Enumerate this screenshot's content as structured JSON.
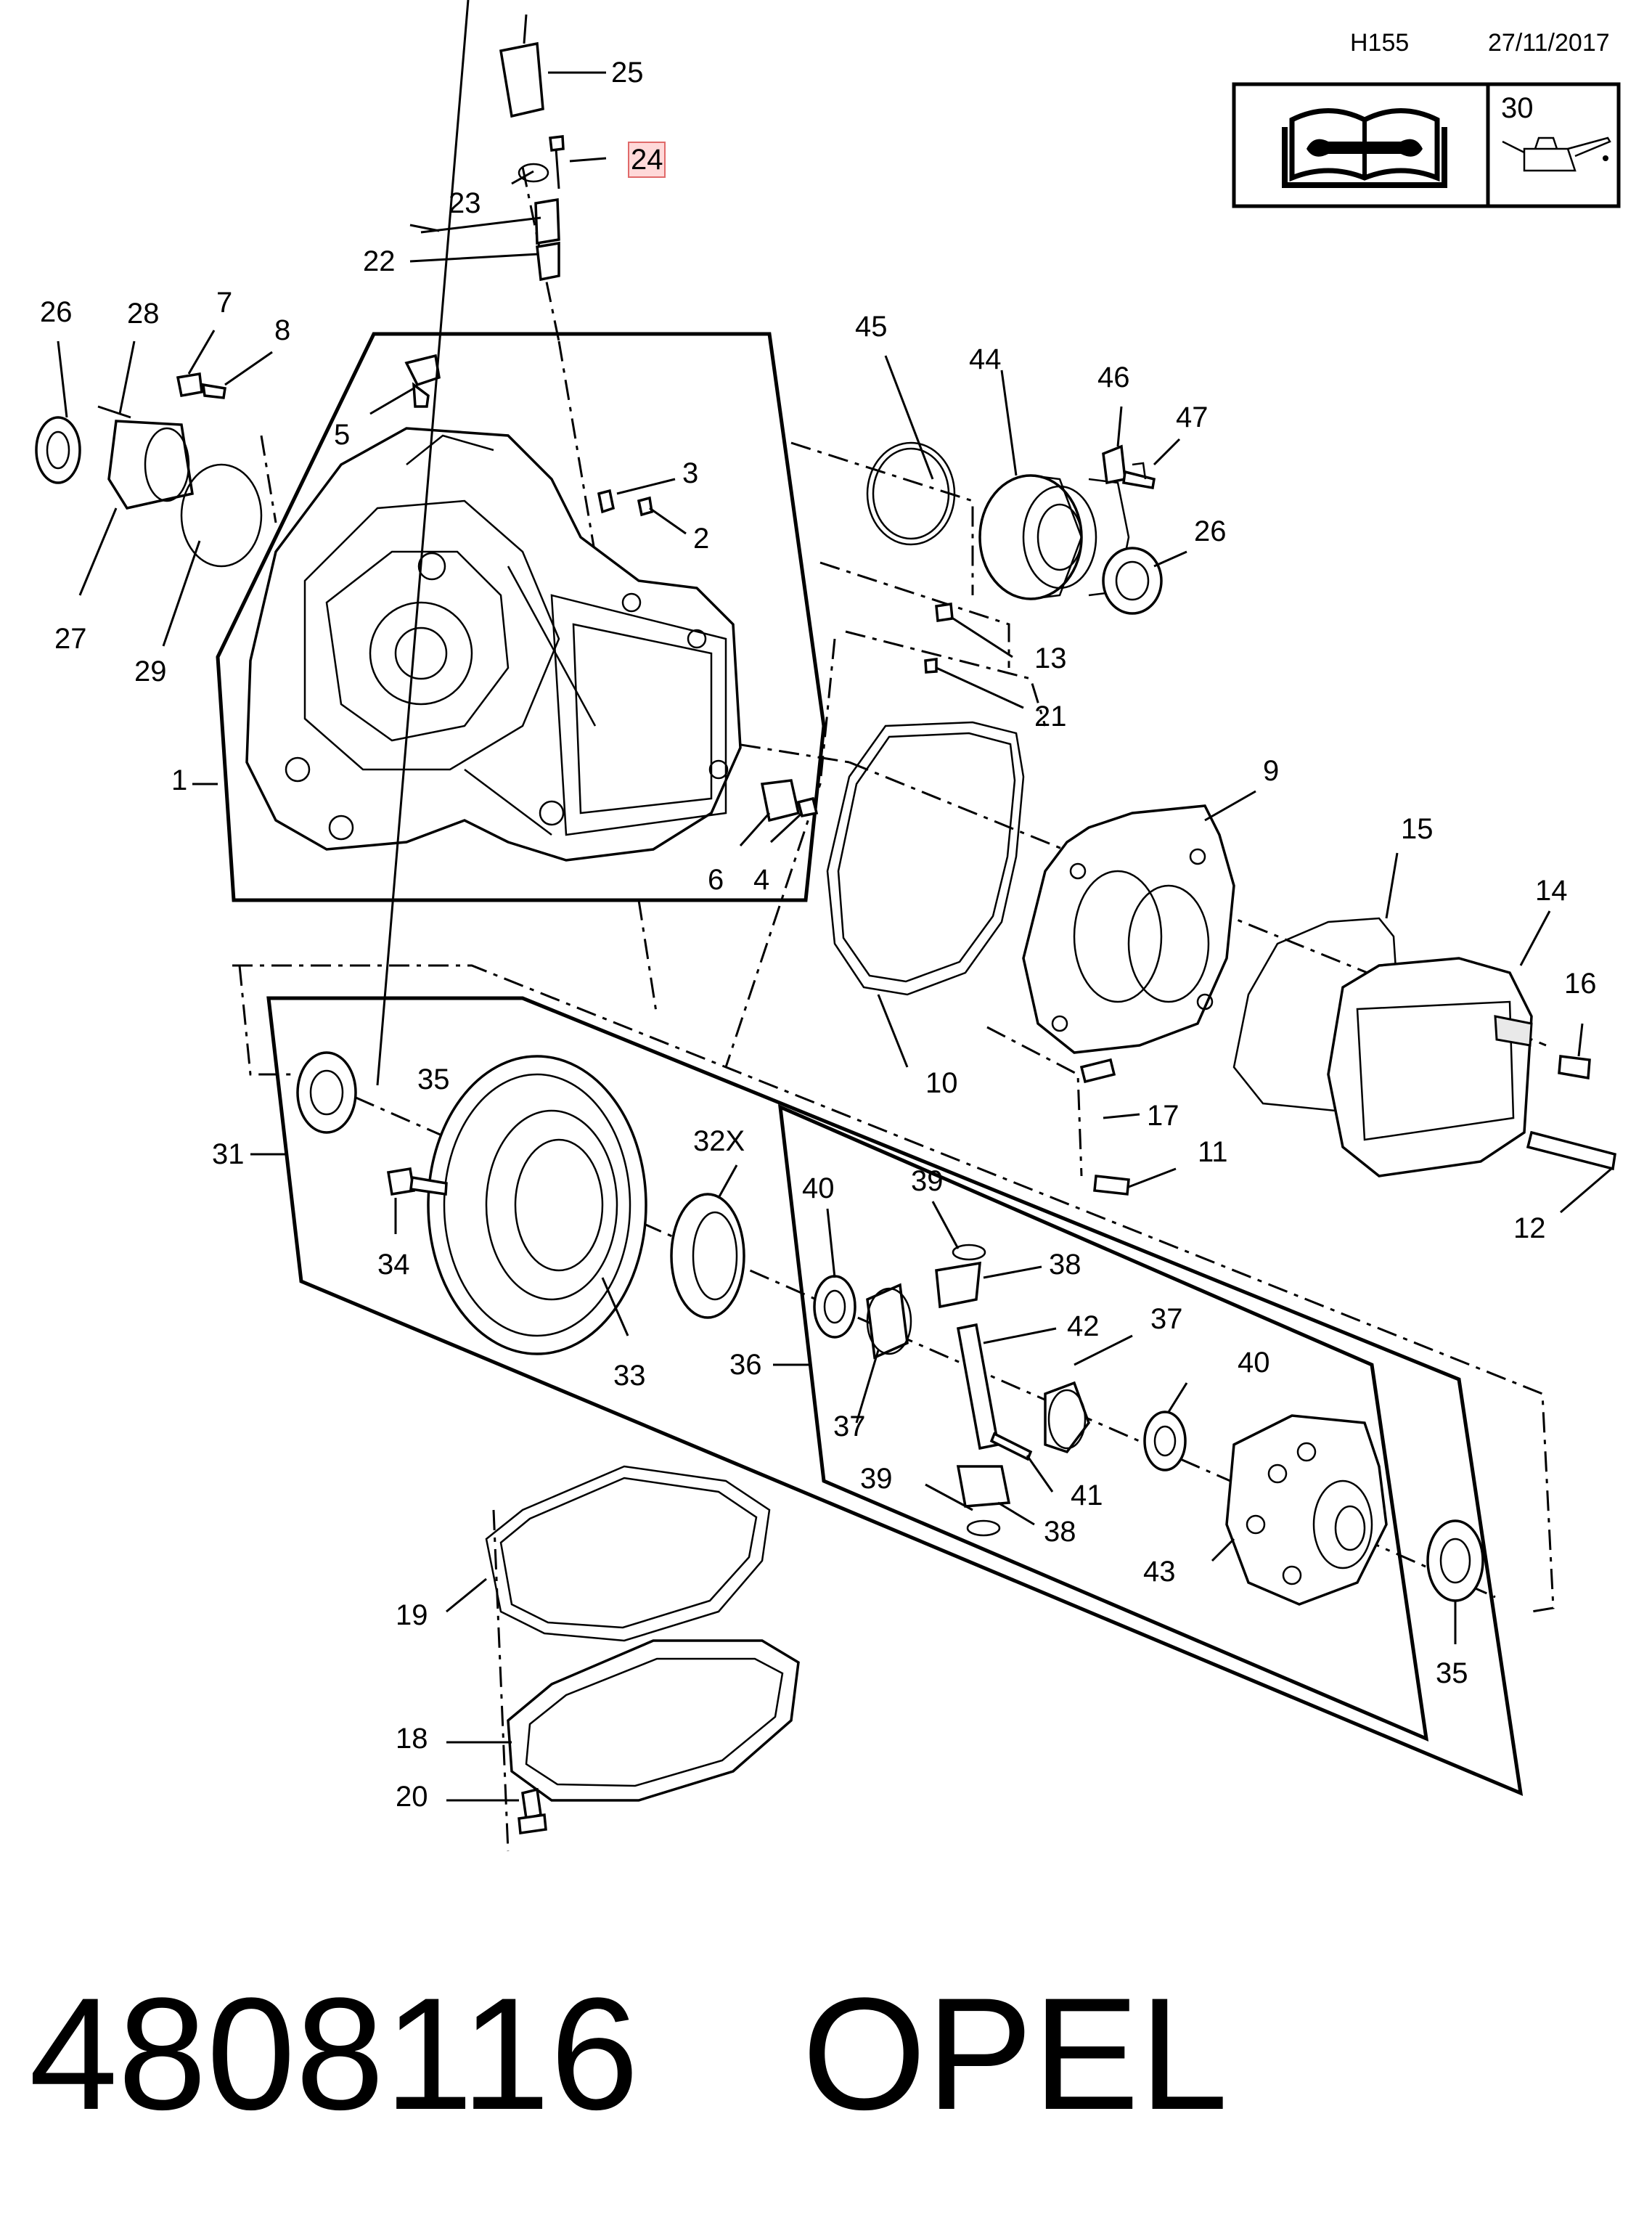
{
  "header": {
    "code": "H155",
    "date": "27/11/2017"
  },
  "box_label": "30",
  "part_number": "4808116",
  "brand": "OPEL",
  "callouts": [
    "1",
    "2",
    "3",
    "4",
    "5",
    "6",
    "7",
    "8",
    "9",
    "10",
    "11",
    "12",
    "13",
    "14",
    "15",
    "16",
    "17",
    "18",
    "19",
    "20",
    "21",
    "22",
    "23",
    "24",
    "25",
    "26",
    "26",
    "27",
    "28",
    "29",
    "31",
    "32X",
    "33",
    "34",
    "35",
    "35",
    "36",
    "37",
    "37",
    "38",
    "38",
    "39",
    "39",
    "40",
    "40",
    "41",
    "42",
    "43",
    "44",
    "45",
    "46",
    "47"
  ],
  "highlighted_callout": "24",
  "icons": [
    "manual-book-wrench-icon",
    "oil-can-icon"
  ]
}
